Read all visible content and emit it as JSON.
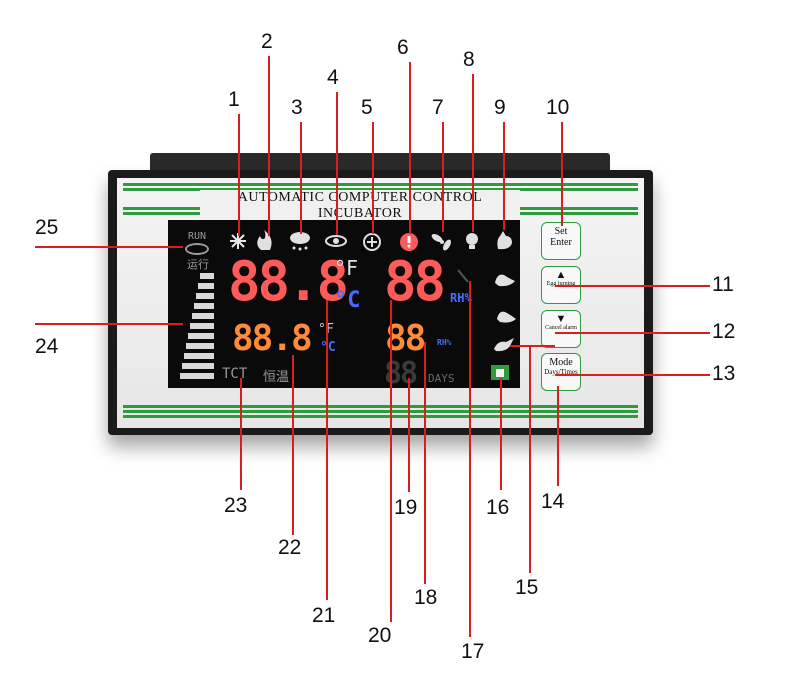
{
  "title": "AUTOMATIC COMPUTER CONTROL INCUBATOR",
  "callouts": [
    "1",
    "2",
    "3",
    "4",
    "5",
    "6",
    "7",
    "8",
    "9",
    "10",
    "11",
    "12",
    "13",
    "14",
    "15",
    "16",
    "17",
    "18",
    "19",
    "20",
    "21",
    "22",
    "23",
    "24",
    "25"
  ],
  "lcd": {
    "run_label": "RUN",
    "run_cn": "运行",
    "temp_main": "88.8",
    "temp_sub": "88.8",
    "deg_f": "°F",
    "deg_c": "°C",
    "hum_main": "88",
    "hum_sub": "88",
    "rh_label": "RH%",
    "hum_sub_label": "RH%",
    "days_value": "88",
    "days_label": "DAYS",
    "tct_label": "TCT",
    "const_temp_cn": "恒温"
  },
  "buttons": {
    "set_enter": [
      "Set",
      "Enter"
    ],
    "up": "Egg turning",
    "down": "Cancel alarm",
    "mode": [
      "Mode",
      "Days/Times"
    ]
  },
  "colors": {
    "accent_green": "#2e9b3f",
    "leader_red": "#d42020",
    "seg_red": "#ff5a5a",
    "seg_orange": "#ff8a3a",
    "seg_blue": "#4a6bff"
  }
}
